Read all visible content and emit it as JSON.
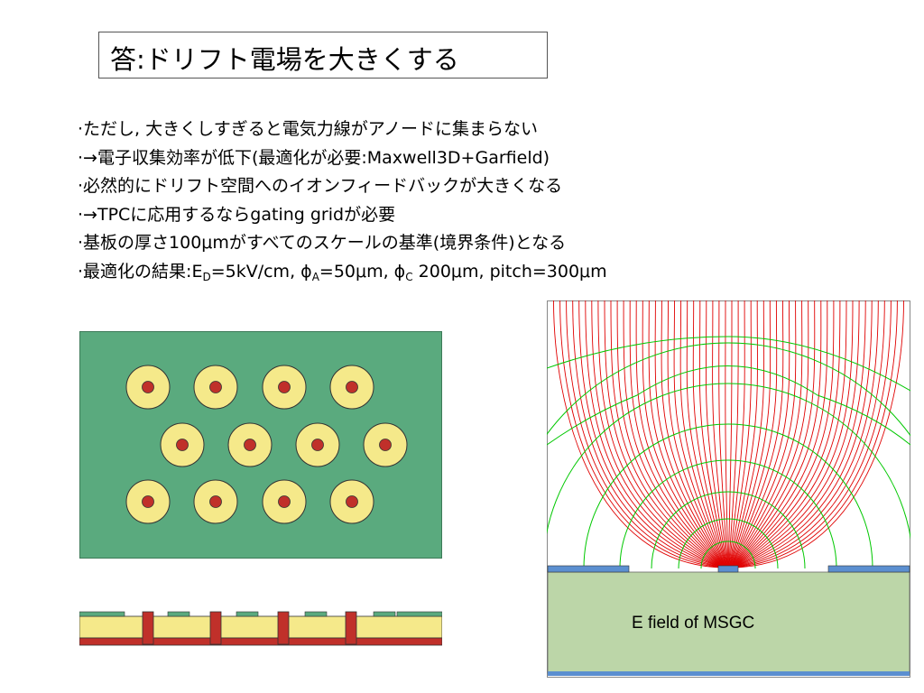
{
  "title": "答:ドリフト電場を大きくする",
  "bullets": [
    {
      "segments": [
        {
          "t": "·ただし, 大きくしすぎると電気力線がアノードに集まらない"
        }
      ]
    },
    {
      "segments": [
        {
          "t": "·→電子収集効率が低下(最適化が必要:Maxwell3D+Garfield)"
        }
      ]
    },
    {
      "segments": [
        {
          "t": "·必然的にドリフト空間へのイオンフィードバックが大きくなる"
        }
      ]
    },
    {
      "segments": [
        {
          "t": "·→TPCに応用するならgating gridが必要"
        }
      ]
    },
    {
      "segments": [
        {
          "t": "·基板の厚さ100μmがすべてのスケールの基準(境界条件)となる"
        }
      ]
    },
    {
      "segments": [
        {
          "t": "·最適化の結果:E"
        },
        {
          "t": "D",
          "sub": true
        },
        {
          "t": "=5kV/cm, ϕ"
        },
        {
          "t": "A",
          "sub": true
        },
        {
          "t": "=50μm, ϕ"
        },
        {
          "t": "C",
          "sub": true
        },
        {
          "t": " 200μm, pitch=300μm"
        }
      ]
    }
  ],
  "figures": {
    "pcb_top": {
      "board_color": "#5aaa7e",
      "pad_color": "#f5e98a",
      "anode_color": "#c0302a",
      "rows": [
        4,
        4,
        4
      ]
    },
    "pcb_cross": {
      "substrate_color": "#f5e98a",
      "electrode_color": "#5aaa7e",
      "post_color": "#c0302a"
    },
    "field_map": {
      "caption": "E field of MSGC",
      "field_line_color": "#e00000",
      "equipotential_color": "#00c800",
      "substrate_color": "#bcd6a8",
      "electrode_color": "#5b8fd0"
    }
  }
}
